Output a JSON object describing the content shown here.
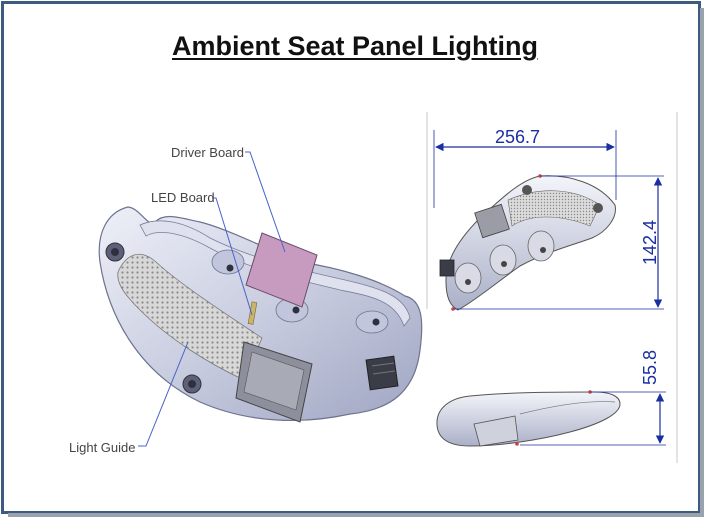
{
  "title": "Ambient Seat Panel Lighting",
  "callouts": {
    "driver_board": "Driver Board",
    "led_board": "LED Board",
    "light_guide": "Light Guide"
  },
  "dimensions": {
    "width": "256.7",
    "height": "142.4",
    "depth": "55.8"
  },
  "colors": {
    "frame": "#3d5a80",
    "dimension": "#1a2fa0",
    "driver_board": "#c79bc0"
  }
}
